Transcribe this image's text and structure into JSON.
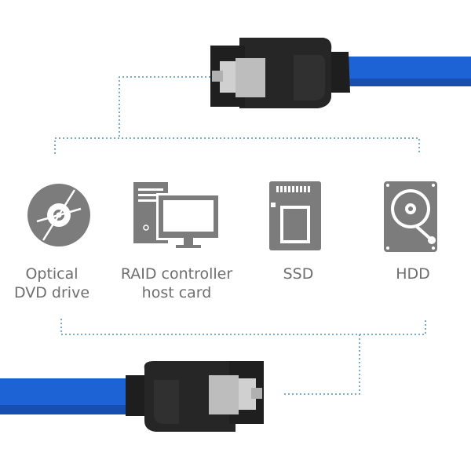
{
  "devices": [
    {
      "id": "optical",
      "lines": [
        "Optical",
        "DVD drive"
      ],
      "icon": "optical-disc-icon"
    },
    {
      "id": "raid",
      "lines": [
        "RAID controller",
        "host card"
      ],
      "icon": "computer-monitor-icon"
    },
    {
      "id": "ssd",
      "lines": [
        "SSD"
      ],
      "icon": "ssd-icon"
    },
    {
      "id": "hdd",
      "lines": [
        "HDD"
      ],
      "icon": "hard-drive-icon"
    }
  ],
  "colors": {
    "cable": "#1e63d6",
    "cable_shadow": "#174fb0",
    "connector": "#202020",
    "latch": "#c9c9c9",
    "icon": "#7c7c7c",
    "text": "#6e6e6e",
    "dotted_line": "#4d8fb8"
  }
}
